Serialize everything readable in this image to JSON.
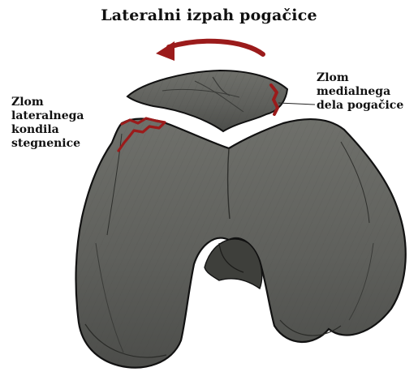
{
  "title": "Lateralni izpah pogačice",
  "labels": {
    "lateral_condyle_fracture": [
      "Zlom",
      "lateralnega",
      "kondila",
      "stegnenice"
    ],
    "medial_patella_fracture": [
      "Zlom",
      "medialnega",
      "dela pogačice"
    ]
  },
  "colors": {
    "bone_fill": "#5f605c",
    "bone_outline": "#111111",
    "fracture_line": "#9b1b1b",
    "arrow": "#9b1b1b"
  }
}
